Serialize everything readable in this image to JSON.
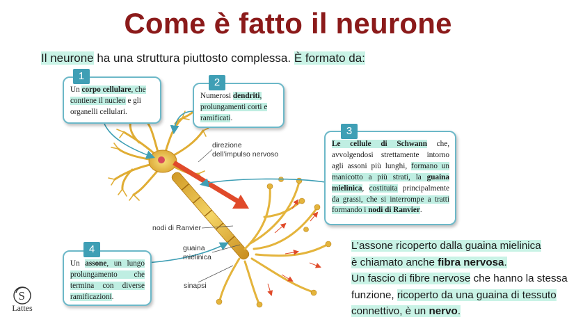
{
  "title": "Come è fatto il neurone",
  "intro": {
    "part1": "Il neurone",
    "part2": " ha una struttura piuttosto complessa. ",
    "part3": "È formato da:"
  },
  "boxes": [
    {
      "number": "1",
      "segments": [
        "Un ",
        "corpo cellulare",
        ", che contiene il nucleo",
        " e gli organelli cellulari."
      ]
    },
    {
      "number": "2",
      "segments": [
        "Numerosi ",
        "dendriti",
        ", prolungamenti corti e ramificati",
        "."
      ]
    },
    {
      "number": "3",
      "segments": [
        "Le cellule di Schwann",
        " che, avvolgendosi strettamente intorno agli assoni più lunghi, ",
        "formano un manicotto a più strati, la ",
        "guaina mielinica",
        ", ",
        "costituita",
        " principalmente ",
        "da grassi, che si interrompe a tratti formando i ",
        "nodi di Ranvier",
        "."
      ]
    },
    {
      "number": "4",
      "segments": [
        "Un ",
        "assone",
        ", un lungo prolungamento che termina con diverse ramificazioni",
        "."
      ]
    }
  ],
  "labels": {
    "direction": "direzione\ndell’impulso nervoso",
    "ranvier": "nodi di Ranvier",
    "myelin": "guaina\nmielinica",
    "synapses": "sinapsi"
  },
  "bottom": {
    "l1a": "L’assone ricoperto dalla guaina mielinica",
    "l2a": "è chiamato anche ",
    "l2b": "fibra nervosa",
    "l2c": ".",
    "l3a": "Un fascio di fibre nervose",
    "l3b": " che hanno la stessa funzione, ",
    "l3c": "ricoperto da una guaina di tessuto connettivo, è un ",
    "l3d": "nervo",
    "l3e": "."
  },
  "logo": {
    "name": "Lattes"
  },
  "colors": {
    "title": "#8b1a1a",
    "highlight": "#c9f3e6",
    "box_border": "#6cb8c8",
    "badge": "#3f9fb5",
    "neuron": "#e6b83a",
    "arrow": "#e04a2a"
  }
}
